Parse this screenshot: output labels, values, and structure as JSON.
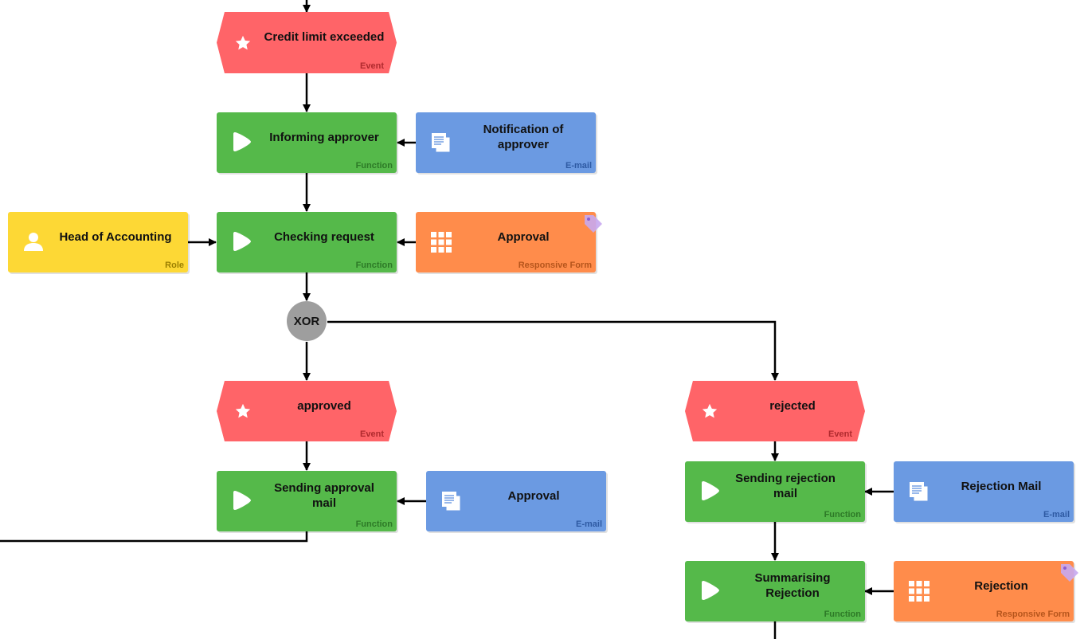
{
  "gateway": {
    "label": "XOR"
  },
  "nodes": {
    "credit_limit_event": {
      "label": "Credit limit exceeded",
      "type": "Event"
    },
    "informing_approver": {
      "label": "Informing approver",
      "type": "Function"
    },
    "notification_email": {
      "label": "Notification of approver",
      "type": "E-mail"
    },
    "head_of_accounting": {
      "label": "Head of Accounting",
      "type": "Role"
    },
    "checking_request": {
      "label": "Checking request",
      "type": "Function"
    },
    "approval_form": {
      "label": "Approval",
      "type": "Responsive Form"
    },
    "approved_event": {
      "label": "approved",
      "type": "Event"
    },
    "rejected_event": {
      "label": "rejected",
      "type": "Event"
    },
    "sending_approval_mail": {
      "label": "Sending approval mail",
      "type": "Function"
    },
    "approval_email": {
      "label": "Approval",
      "type": "E-mail"
    },
    "sending_rejection_mail": {
      "label": "Sending rejection mail",
      "type": "Function"
    },
    "rejection_email": {
      "label": "Rejection Mail",
      "type": "E-mail"
    },
    "summarising_rejection": {
      "label": "Summarising Rejection",
      "type": "Function"
    },
    "rejection_form": {
      "label": "Rejection",
      "type": "Responsive Form"
    }
  },
  "colors": {
    "event": "#ff6468",
    "function": "#55b94a",
    "email": "#6b9ae2",
    "form": "#ff8c4b",
    "role": "#fdd835",
    "gateway": "#9e9e9e",
    "connector": "#000000"
  },
  "icons": {
    "event": "star-icon",
    "function": "play-icon",
    "email": "document-icon",
    "form": "grid-icon",
    "role": "person-icon",
    "tag": "tag-icon"
  }
}
